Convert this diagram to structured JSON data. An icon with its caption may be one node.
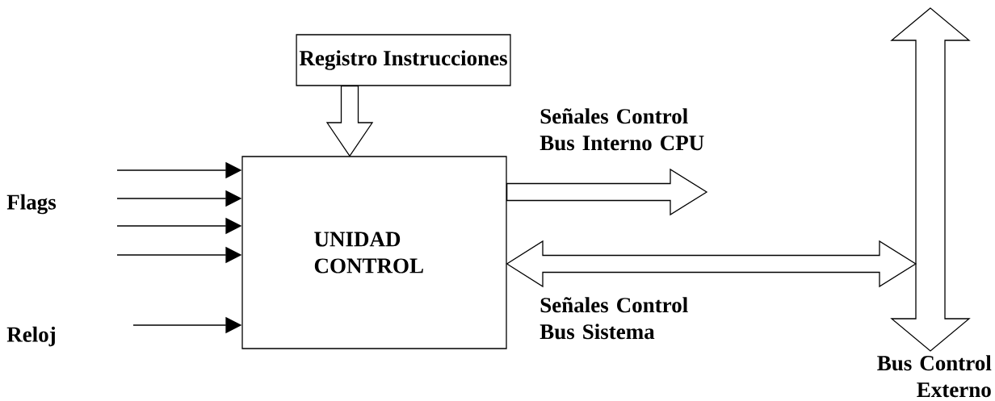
{
  "diagram": {
    "nodes": [
      {
        "text": [
          "Registro Instrucciones"
        ]
      },
      {
        "text": [
          "UNIDAD CONTROL"
        ]
      },
      {
        "text": [
          "Bus Control Externo"
        ]
      }
    ],
    "edges": [
      {
        "from": 0,
        "to": 1,
        "arrow": "to",
        "style": "thick"
      },
      {
        "from": 1,
        "to": null,
        "arrow": "to",
        "style": "thick",
        "label": "Señales Control Bus Interno CPU"
      },
      {
        "from": 1,
        "to": 2,
        "arrow": "both",
        "style": "thick",
        "label": "Señales Control Bus Sistema"
      },
      {
        "from": null,
        "to": 1,
        "arrow": "to"
      },
      {
        "from": null,
        "to": 1,
        "arrow": "to"
      },
      {
        "from": null,
        "to": 1,
        "arrow": "to"
      },
      {
        "from": null,
        "to": 1,
        "arrow": "to"
      },
      {
        "from": null,
        "to": 1,
        "arrow": "to"
      }
    ],
    "labels": [
      "Flags",
      "Reloj"
    ]
  }
}
